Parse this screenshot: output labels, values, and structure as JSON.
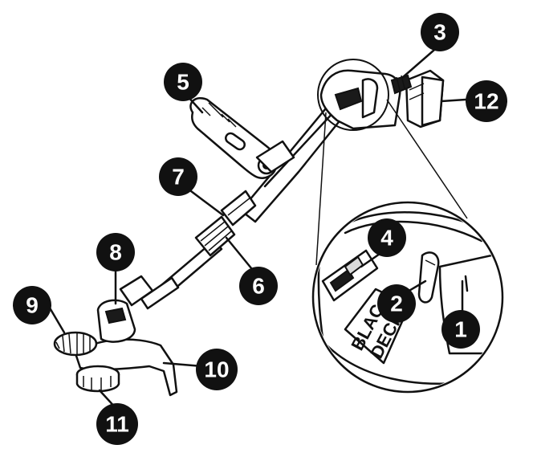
{
  "figure": {
    "callouts": [
      {
        "id": "callout-1",
        "label": "1"
      },
      {
        "id": "callout-2",
        "label": "2"
      },
      {
        "id": "callout-3",
        "label": "3"
      },
      {
        "id": "callout-4",
        "label": "4"
      },
      {
        "id": "callout-5",
        "label": "5"
      },
      {
        "id": "callout-6",
        "label": "6"
      },
      {
        "id": "callout-7",
        "label": "7"
      },
      {
        "id": "callout-8",
        "label": "8"
      },
      {
        "id": "callout-9",
        "label": "9"
      },
      {
        "id": "callout-10",
        "label": "10"
      },
      {
        "id": "callout-11",
        "label": "11"
      },
      {
        "id": "callout-12",
        "label": "12"
      }
    ],
    "brand_text_line1": "BLAC",
    "brand_text_line2": "DECK",
    "colors": {
      "ink": "#111111",
      "background": "#ffffff",
      "light_gray": "#d9d9d9"
    }
  }
}
